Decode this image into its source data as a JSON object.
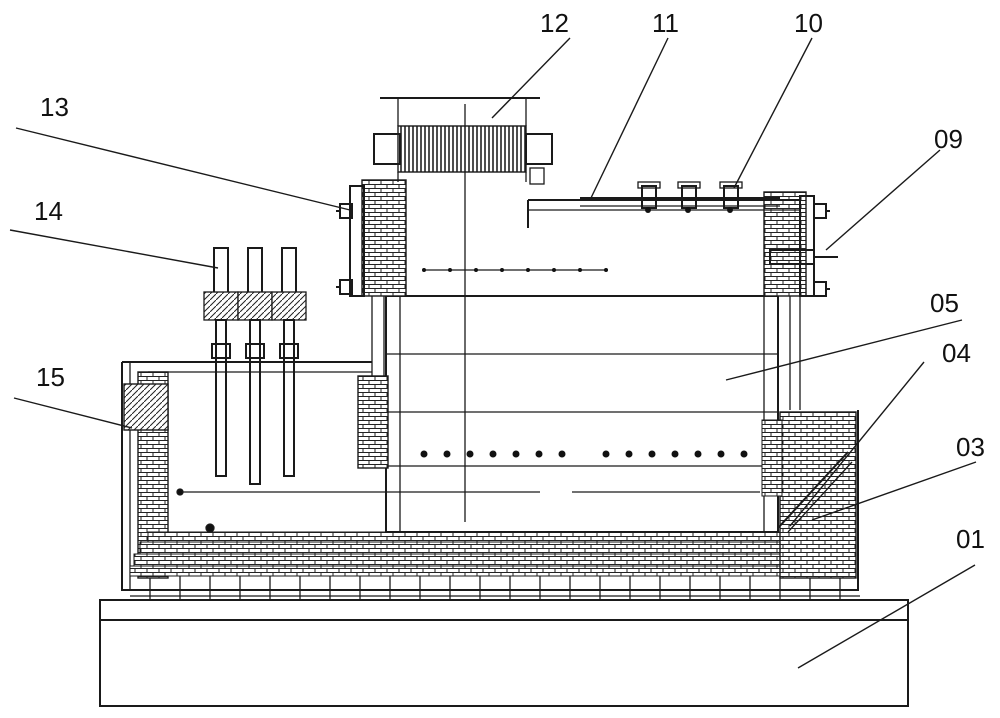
{
  "labels": {
    "l01": "01",
    "l03": "03",
    "l04": "04",
    "l05": "05",
    "l09": "09",
    "l10": "10",
    "l11": "11",
    "l12": "12",
    "l13": "13",
    "l14": "14",
    "l15": "15"
  },
  "colors": {
    "line": "#1a1a1a",
    "hatch": "#2a2a2a",
    "background": "#ffffff"
  }
}
